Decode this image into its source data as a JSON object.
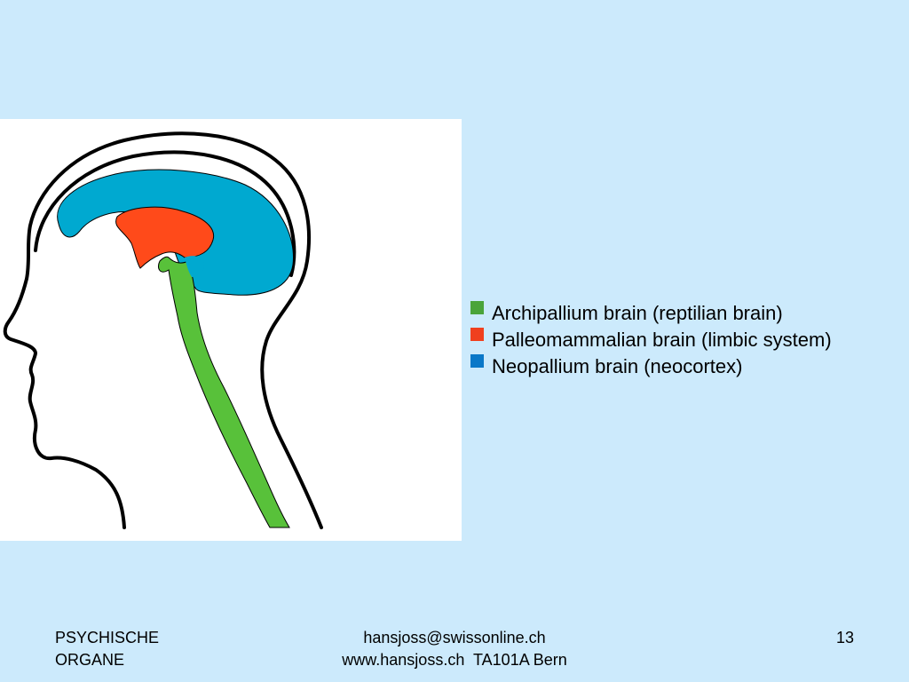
{
  "legend": [
    {
      "label": "Archipallium brain (reptilian brain)",
      "color": "#4aa43a"
    },
    {
      "label": "Palleomammalian brain (limbic system)",
      "color": "#f0401e"
    },
    {
      "label": "Neopallium brain (neocortex)",
      "color": "#0a78c8"
    }
  ],
  "diagram_colors": {
    "neocortex_fill": "#00a9d0",
    "limbic_fill": "#ff4a1a",
    "brainstem_fill": "#58c13a",
    "outline": "#000000"
  },
  "footer": {
    "left_line1": "PSYCHISCHE",
    "left_line2": "ORGANE",
    "center_line1": "hansjoss@swissonline.ch",
    "center_line2": "www.hansjoss.ch  TA101A Bern",
    "page_number": "13"
  }
}
